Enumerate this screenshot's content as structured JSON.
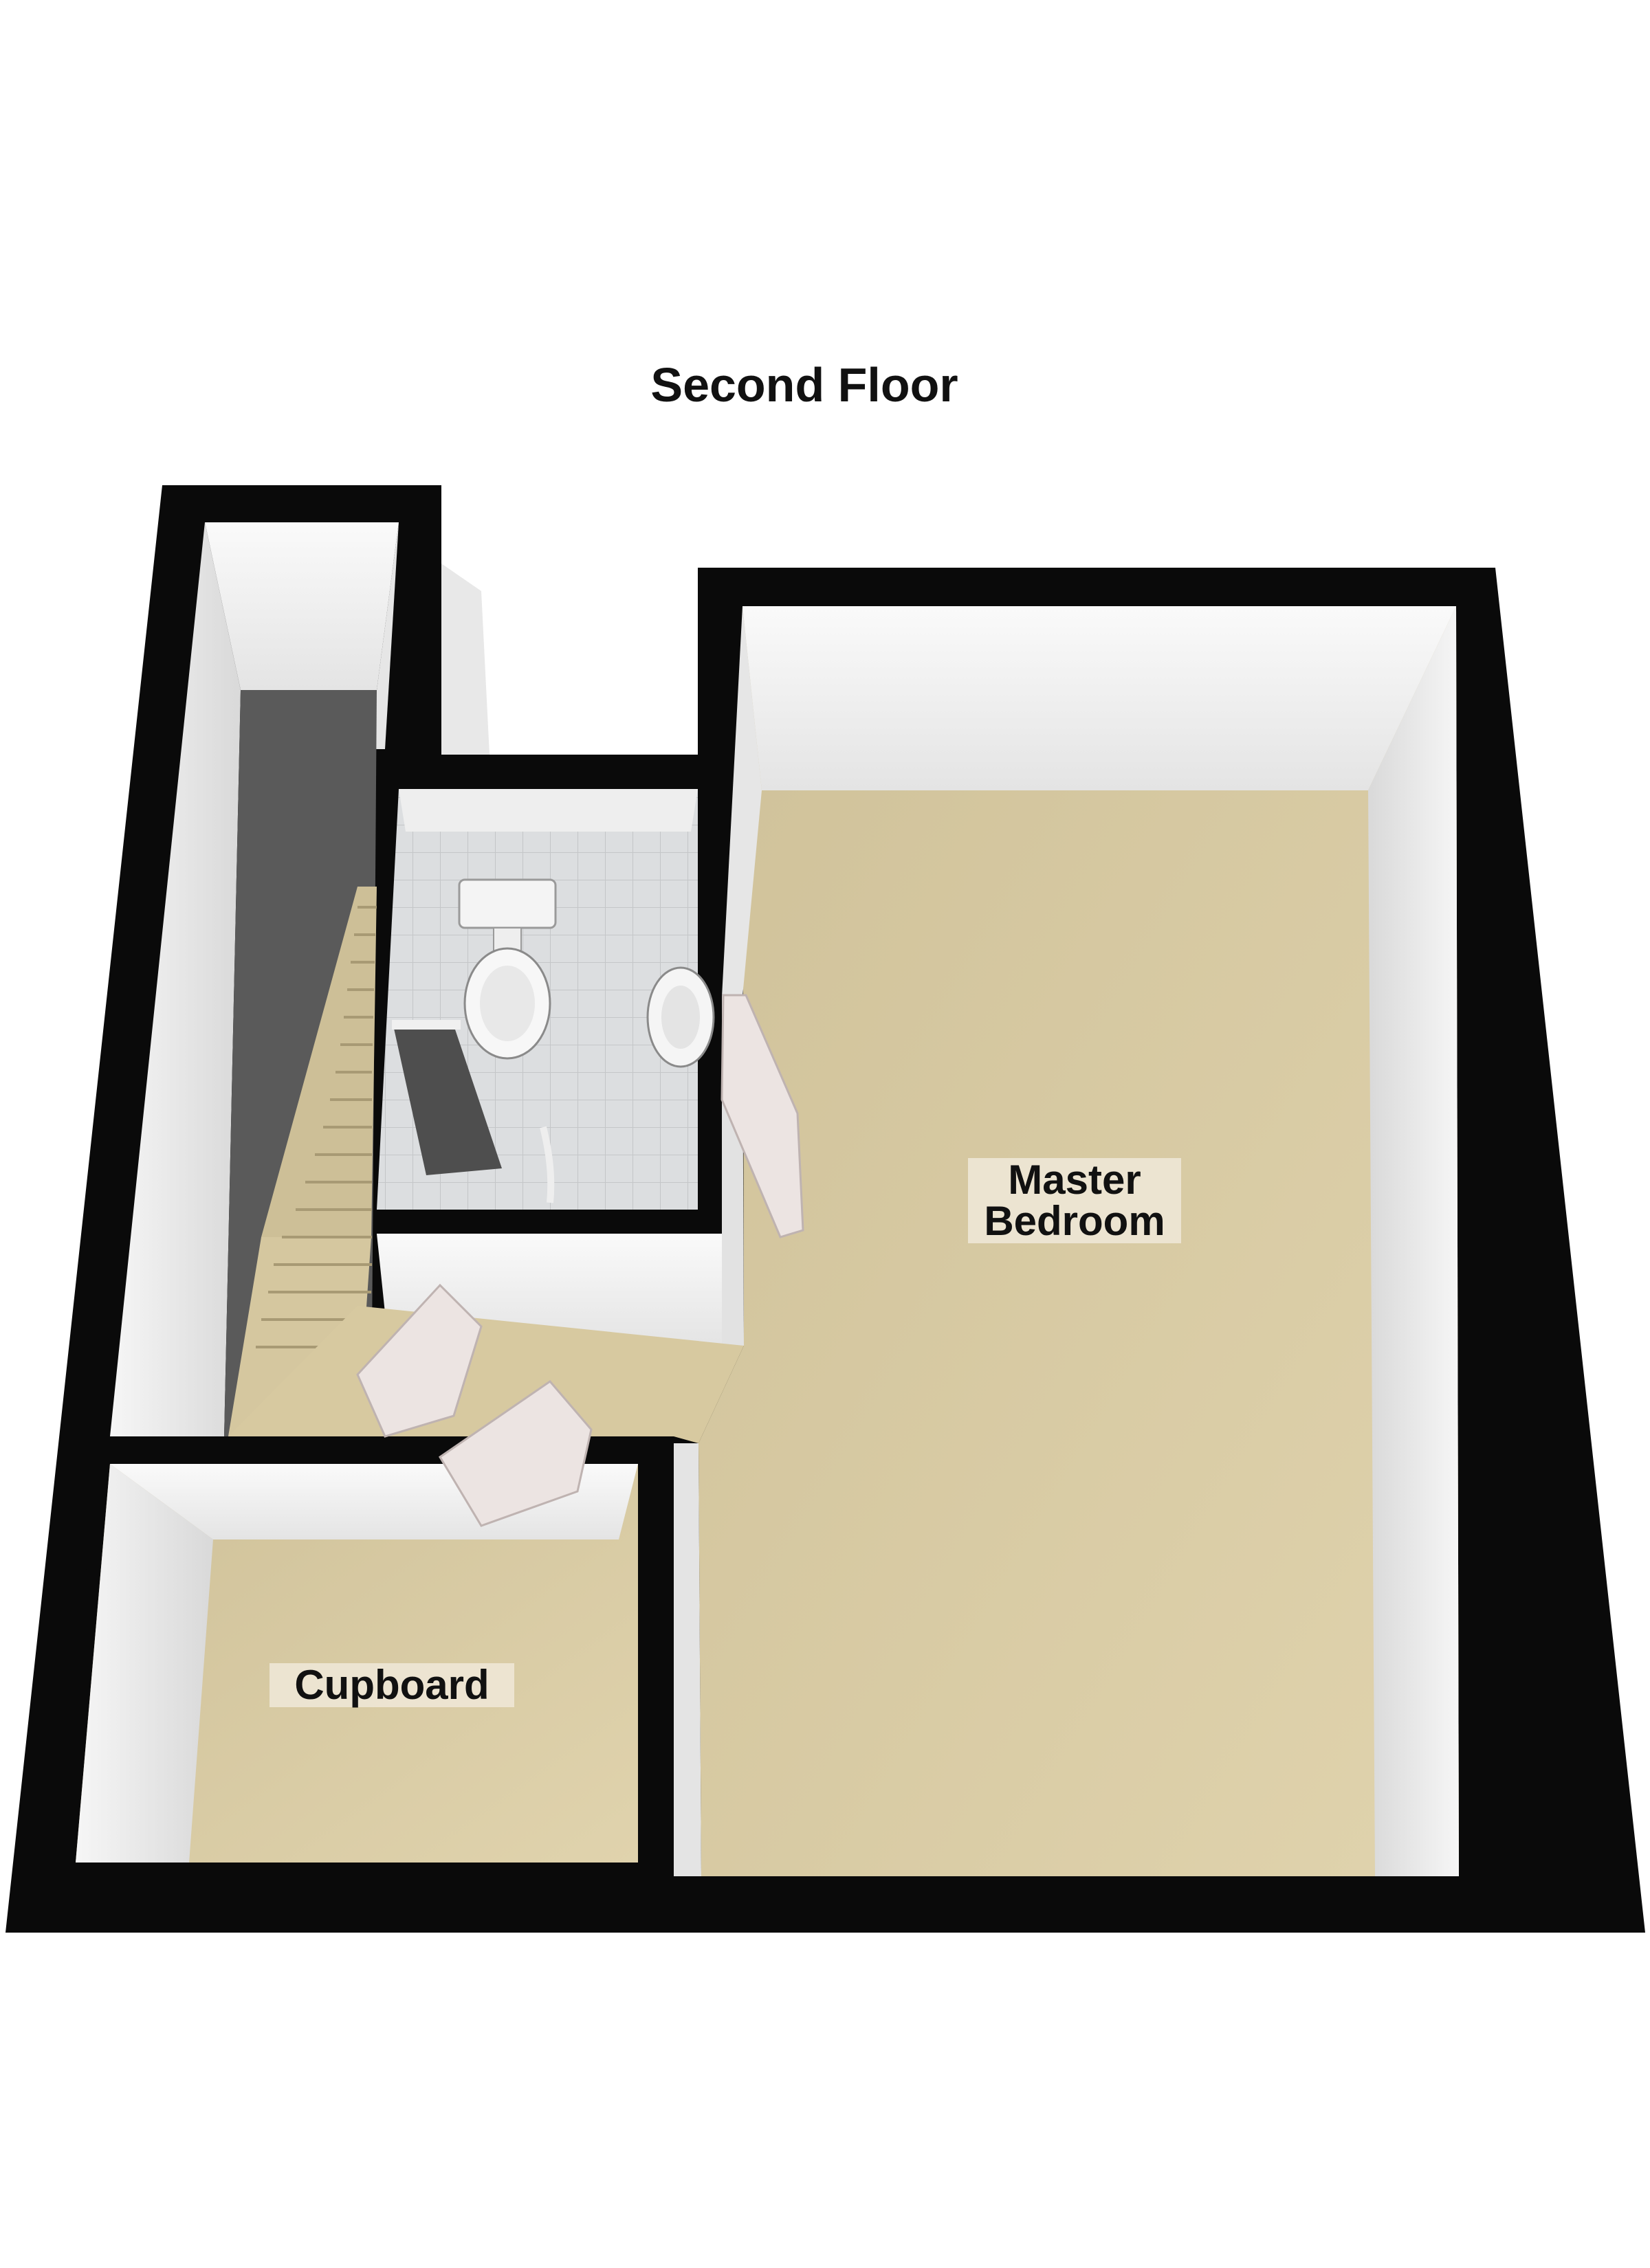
{
  "title": "Second Floor",
  "rooms": [
    {
      "id": "master-bedroom",
      "label": "Master\nBedroom"
    },
    {
      "id": "cupboard",
      "label": "Cupboard"
    }
  ],
  "colors": {
    "wall": "#0a0a0a",
    "carpet": "#d7c9a0",
    "inner_wall": "#f2f2f2",
    "tile": "#d8dadc",
    "stairwell": "#5a5a5a",
    "door": "#ece4e2"
  },
  "fixtures": [
    "toilet-icon",
    "basin-icon",
    "shower-icon",
    "stairs-icon",
    "door-icon"
  ]
}
